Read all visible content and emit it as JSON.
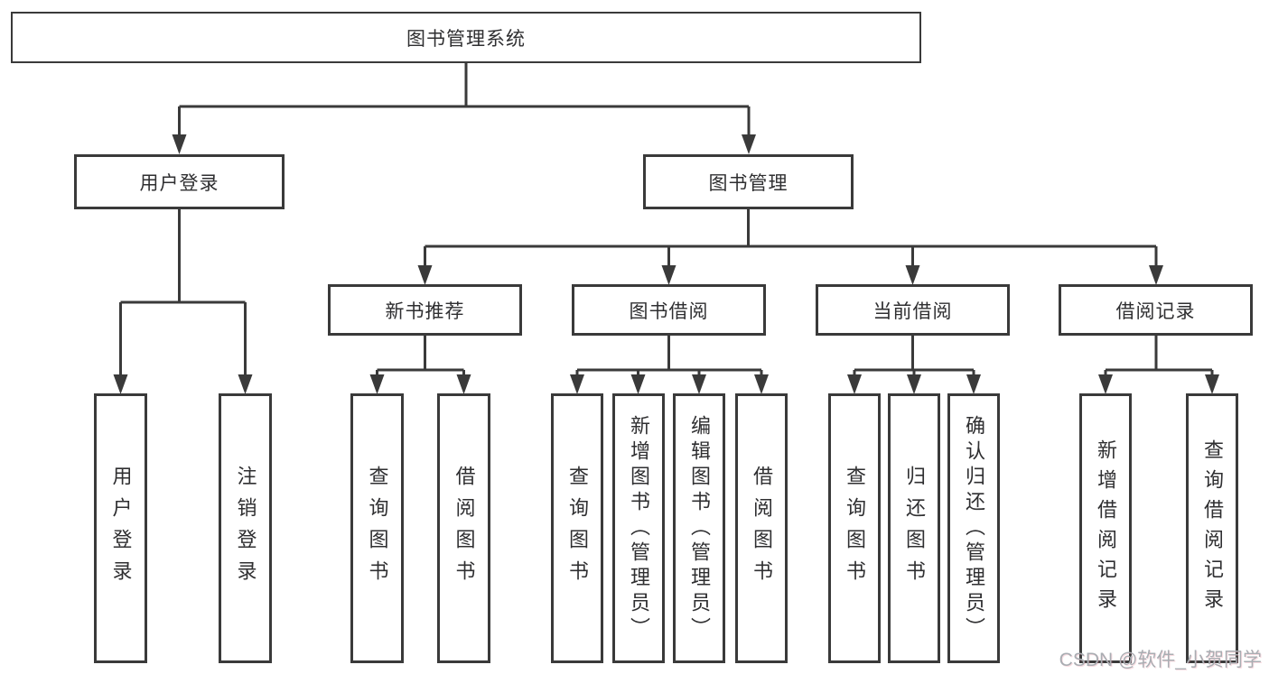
{
  "tree": {
    "label": "图书管理系统",
    "children": [
      {
        "label": "用户登录",
        "children": [
          {
            "label": "用户登录"
          },
          {
            "label": "注销登录"
          }
        ]
      },
      {
        "label": "图书管理",
        "children": [
          {
            "label": "新书推荐",
            "children": [
              {
                "label": "查询图书"
              },
              {
                "label": "借阅图书"
              }
            ]
          },
          {
            "label": "图书借阅",
            "children": [
              {
                "label": "查询图书"
              },
              {
                "label": "新增图书（管理员）"
              },
              {
                "label": "编辑图书（管理员）"
              },
              {
                "label": "借阅图书"
              }
            ]
          },
          {
            "label": "当前借阅",
            "children": [
              {
                "label": "查询图书"
              },
              {
                "label": "归还图书"
              },
              {
                "label": "确认归还（管理员）"
              }
            ]
          },
          {
            "label": "借阅记录",
            "children": [
              {
                "label": "新增借阅记录"
              },
              {
                "label": "查询借阅记录"
              }
            ]
          }
        ]
      }
    ]
  },
  "watermark": {
    "text": "CSDN @软件_小贺同学"
  },
  "colors": {
    "line": "#3a3a3a",
    "text": "#2f2f31",
    "background": "#ffffff",
    "watermark": "#a9adb2"
  }
}
